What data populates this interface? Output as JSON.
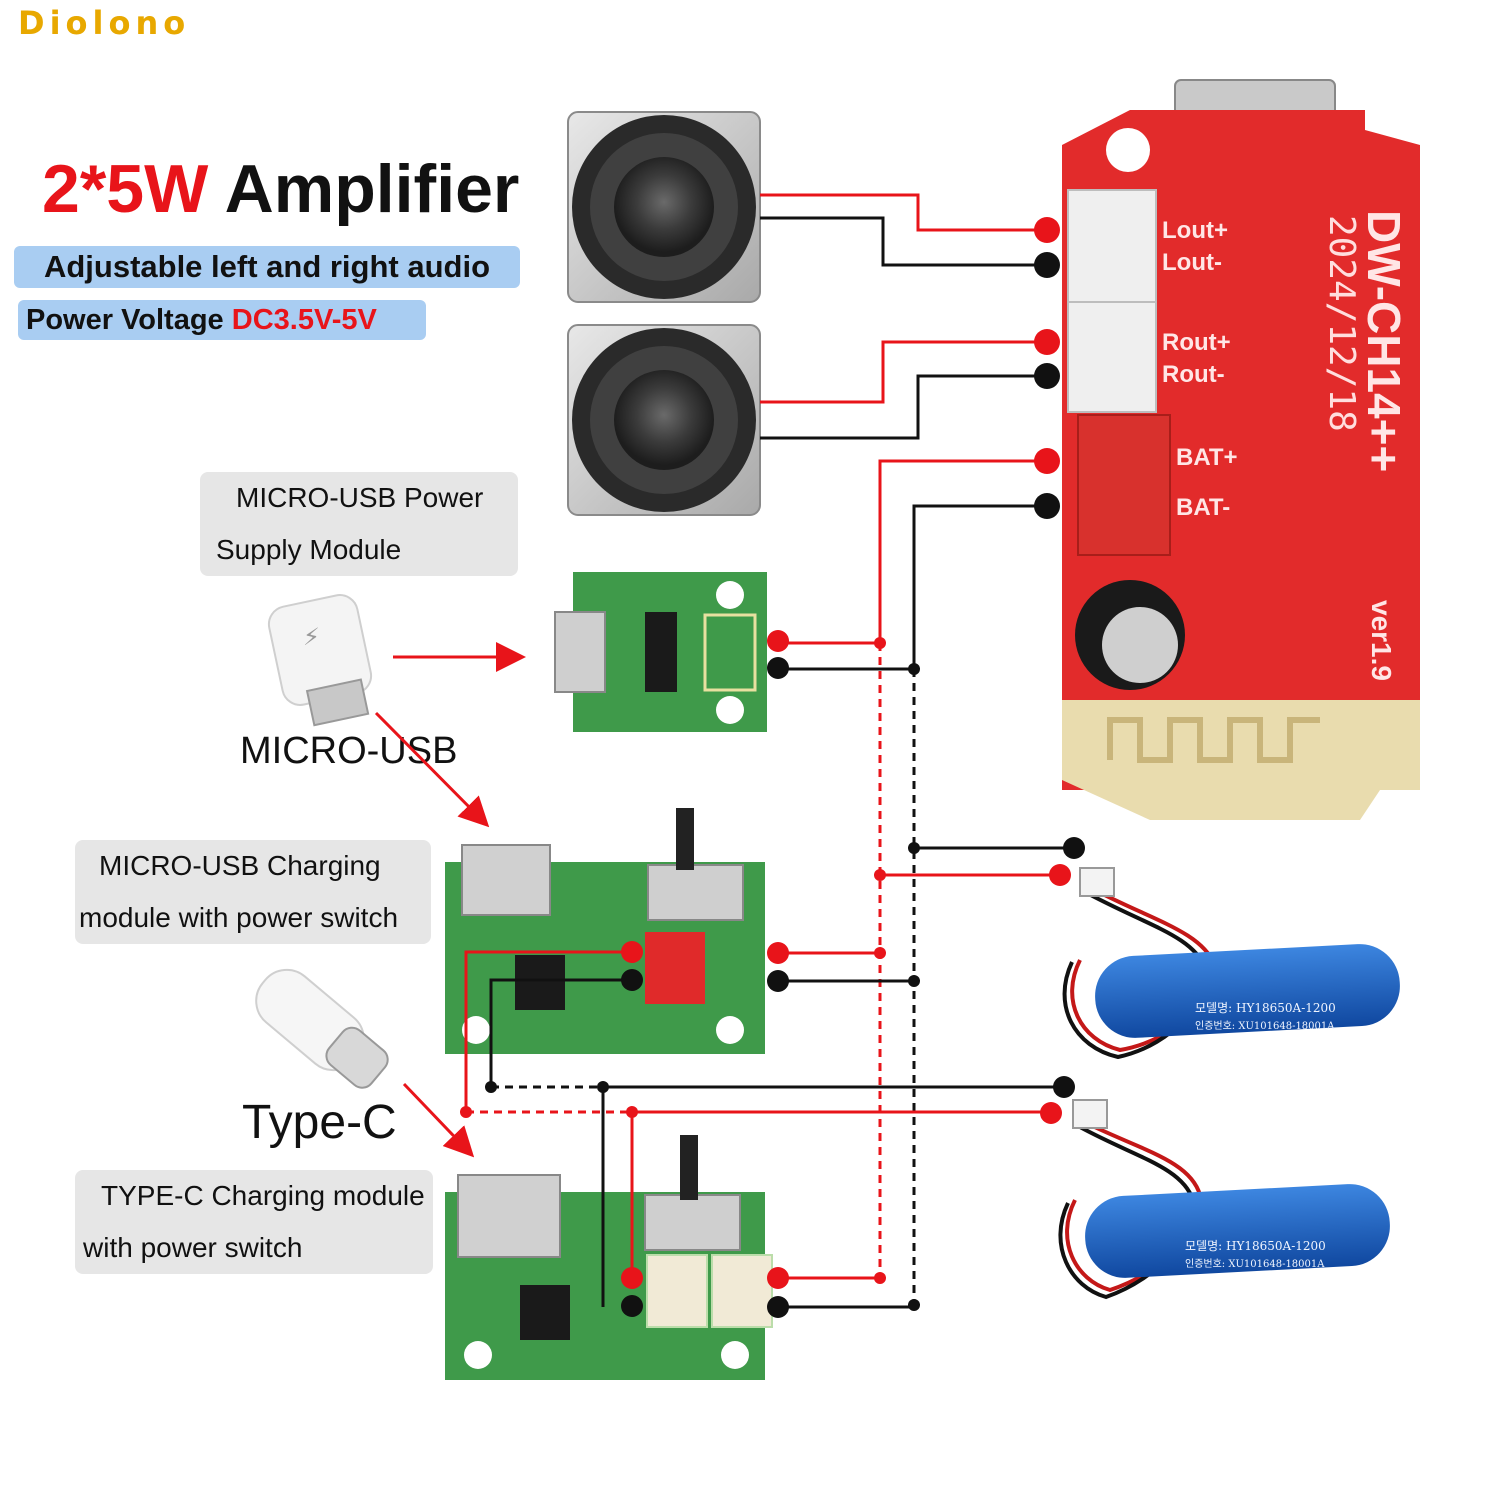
{
  "brand": "Diolono",
  "title": {
    "accent": "2*5W",
    "main": "Amplifier"
  },
  "features": {
    "adjustable": "Adjustable left and right audio",
    "voltage_label": "Power Voltage",
    "voltage_value": "DC3.5V-5V"
  },
  "modules": {
    "micro_power": {
      "line1": "MICRO-USB Power",
      "line2": "Supply Module"
    },
    "micro_charge": {
      "line1": "MICRO-USB Charging",
      "line2": "module with power switch"
    },
    "typec_charge": {
      "line1": "TYPE-C Charging module",
      "line2": "with power switch"
    }
  },
  "connectors": {
    "micro_usb": "MICRO-USB",
    "type_c": "Type-C"
  },
  "amp_board": {
    "pins": [
      "Lout+",
      "Lout-",
      "Rout+",
      "Rout-",
      "BAT+",
      "BAT-"
    ],
    "model": "DW-CH14++",
    "date": "2024/12/18",
    "version": "ver1.9"
  },
  "battery": {
    "model": "모델명: HY18650A-1200",
    "cert": "인증번호: XU101648-18001A"
  },
  "colors": {
    "positive": "#e8141a",
    "negative": "#111111",
    "amp_board": "#e22b2b",
    "module_board": "#3f9a4a",
    "battery": "#1c64c8",
    "brand": "#e8a800",
    "pill": "#a9cdf2"
  }
}
